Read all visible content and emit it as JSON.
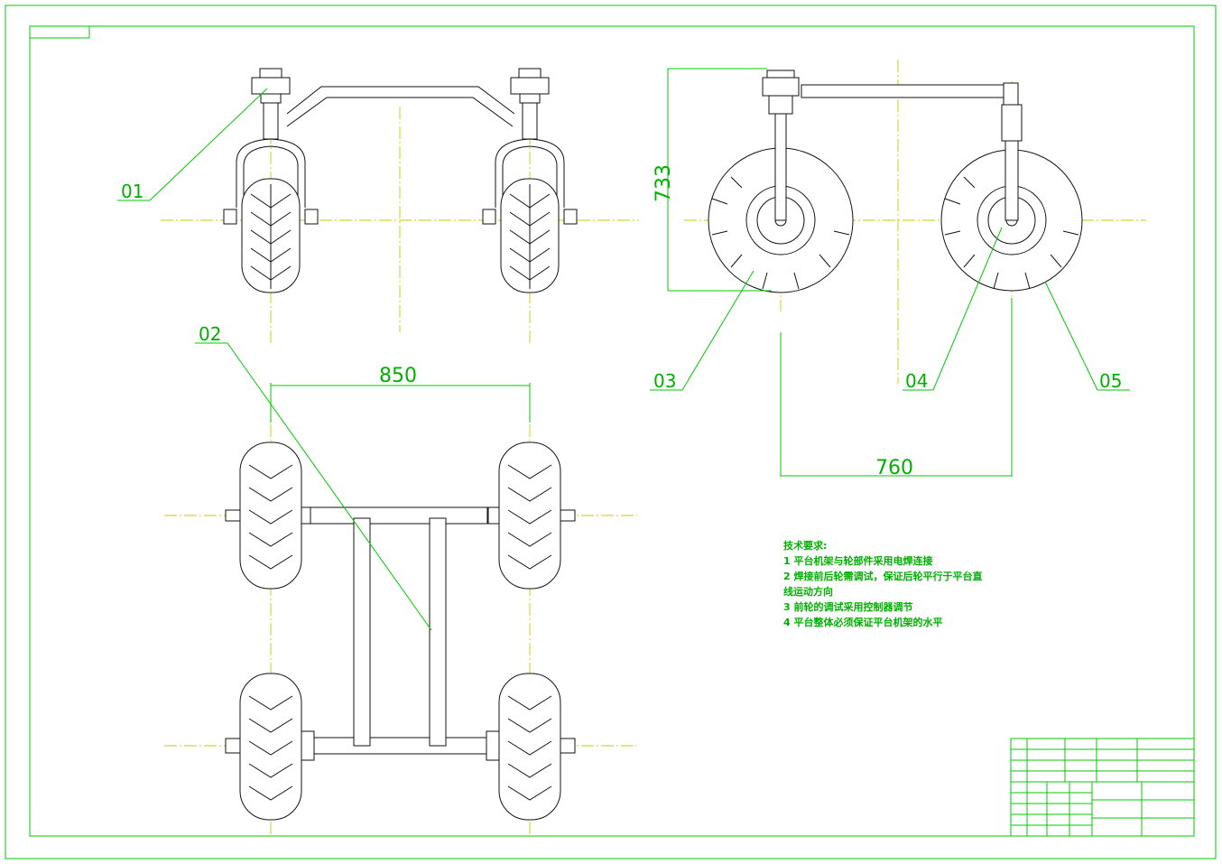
{
  "drawing": {
    "balloons": [
      "01",
      "02",
      "03",
      "04",
      "05"
    ],
    "dimensions": {
      "top_track": "850",
      "side_height": "733",
      "side_wheelbase": "760"
    },
    "notes": {
      "title": "技术要求:",
      "items": [
        "1 平台机架与轮部件采用电焊连接",
        "2 焊接前后轮需调试，保证后轮平行于平台直",
        "线运动方向",
        "3 前轮的调试采用控制器调节",
        "4 平台整体必须保证平台机架的水平"
      ]
    },
    "colors": {
      "outline": "#111111",
      "annotation": "#00c800",
      "centerline": "#c8c800"
    }
  }
}
